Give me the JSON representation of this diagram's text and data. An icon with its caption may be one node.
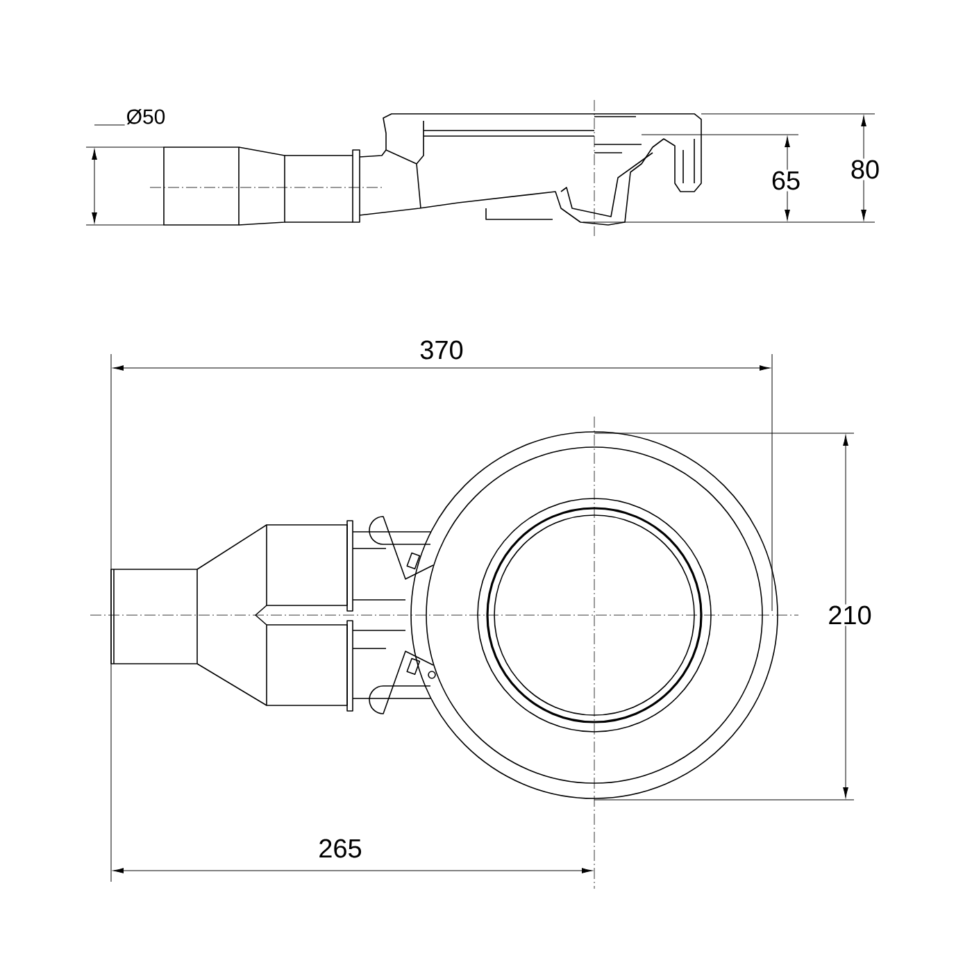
{
  "diagram": {
    "labels": [
      "Ø50",
      "65",
      "80",
      "370",
      "210",
      "265"
    ]
  }
}
